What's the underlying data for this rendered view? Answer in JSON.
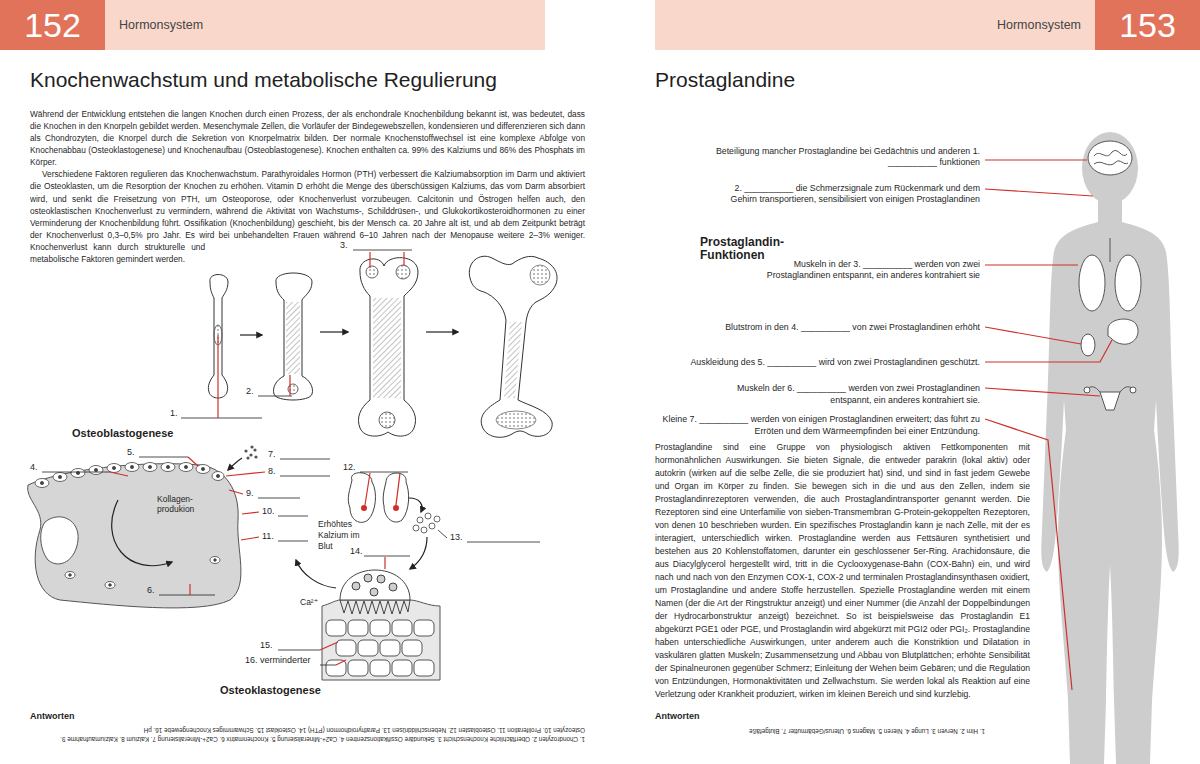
{
  "diagram": {
    "title": "Knochenwachstum und metabolische Regulierung",
    "nodes": [
      {
        "text": [
          "152"
        ]
      },
      {
        "text": [
          "Hormonsystem"
        ]
      },
      {
        "text": [
          "Hormonsystem"
        ]
      },
      {
        "text": [
          "153"
        ]
      }
    ],
    "labels": [
      "Prostaglandine",
      "Während der Entwicklung entstehen die langen Knochen durch einen Prozess, der als enchondrale Knochenbildung bekannt ist, was bedeutet, dass die Knochen in den Knorpeln gebildet werden. Mesenchymale Zellen, die Vorläufer der Bindegewebszellen, kondensieren und differenzieren sich dann als Chondrozyten, die Knorpel durch die Sekretion von Knorpelmatrix bilden. Der normale Knochenstoffwechsel ist eine komplexe Abfolge von Knochenabbau (Osteoklastogenese) und Knochenaufbau (Osteoblastogenese). Knochen enthalten ca. 99% des Kalziums und 86% des Phosphats im Körper.",
      "Verschiedene Faktoren regulieren das Knochenwachstum. Parathyroidales Hormon (PTH) verbessert die Kalziumabsorption im Darm und aktiviert die Osteoklasten, um die Resorption der Knochen zu erhöhen. Vitamin D erhöht die Menge des überschüssigen Kalziums, das vom Darm absorbiert wird, und senkt die Freisetzung von PTH, um Osteoporose, oder Knochenverlust vorzubeugen. Calcitonin und Östrogen helfen auch, den osteoklastischen Knochenverlust zu vermindern, während die Aktivität von Wachstums-, Schilddrüsen-, und Glukokortikosteroidhormonen zu einer Verminderung der Knochenbildung führt. Ossifikation (Knochenbildung) geschieht, bis der Mensch ca. 20 Jahre alt ist, und ab dem Zeitpunkt beträgt der Knochenverlust 0,3–0,5% pro Jahr. Es wird bei unbehandelten Frauen während 6–10 Jahren nach der Menopause weitere 2–3% weniger. Knochenverlust kann durch strukturelle und metabolische Faktoren gemindert werden.",
      "3.",
      "2.",
      "1.",
      "Osteoblastogenese",
      "5.",
      "4.",
      "Kollagen-produkion",
      "6.",
      "7.",
      "8.",
      "9.",
      "10.",
      "11.",
      "12.",
      "13.",
      "14.",
      "Erhöhtes Kalzium im Blut",
      "Ca²⁺",
      "15.",
      "16. verminderter",
      "Osteoklastogenese",
      "Antworten",
      "1. Chondrozyten 2. Oberflächliche Knochenschicht 3. Sekundäre Ossifikationszentren 4. Ca2+-Mineralisierung 5. Knochenmatrix 6. Ca2+-Mineralisierung 7. Kalzium 8. Kalziumaufnahme 9. Osteozyten 10. Proliferation 11. Osteoblasten 12. Nebenschilddrüsen 13. Parathyroidhormon (PTH) 14. Osteoklast 15. Schwammiges Knochengewebe 16. pH",
      "Beteiligung mancher Prostaglandine bei Gedächtnis und anderen 1. __________ funktionen",
      "2. __________ die Schmerzsignale zum Rückenmark und dem Gehirn transportieren, sensibilisiert von einigen Prostaglandinen",
      "Prostaglandin-Funktionen",
      "Muskeln in der 3. __________ werden von zwei Prostaglandinen entspannt, ein anderes kontrahiert sie",
      "Blutstrom in den 4. __________ von zwei Prostaglandinen erhöht",
      "Auskleidung des 5. __________ wird von zwei Prostaglandinen geschützt.",
      "Muskeln der 6. __________ werden von zwei Prostaglandinen entspannt, ein anderes kontrahiert sie.",
      "Kleine 7. __________ werden von einigen Prostaglandinen erweitert; das führt zu Erröten und dem Wärmeempfinden bei einer Entzündung.",
      "Prostaglandine sind eine Gruppe von physiologisch aktiven Fettkomponenten mit hormonähnlichen Auswirkungen. Sie bieten Signale, die entweder parakrin (lokal aktiv) oder autokrin (wirken auf die selbe Zelle, die sie produziert hat) sind, und sind in fast jedem Gewebe und Organ im Körper zu finden. Sie bewegen sich in die und aus den Zellen, indem sie Prostaglandinrezeptoren verwenden, die auch Prostaglandintransporter genannt werden. Die Rezeptoren sind eine Unterfamilie von sieben-Transmembran G-Protein-gekoppelten Rezeptoren, von denen 10 beschrieben wurden. Ein spezifisches Prostaglandin kann je nach Zelle, mit der es interagiert, unterschiedlich wirken. Prostaglandine werden aus Fettsäuren synthetisiert und bestehen aus 20 Kohlenstoffatomen, darunter ein geschlossener 5er-Ring. Arachidonsäure, die aus Diacylglycerol hergestellt wird, tritt in die Cyclooxygenase-Bahn (COX-Bahn) ein, und wird nach und nach von den Enzymen COX-1, COX-2 und terminalen Prostaglandinsynthasen oxidiert, um Prostaglandine und andere Stoffe herzustellen. Spezielle Prostaglandine werden mit einem Namen (der die Art der Ringstruktur anzeigt) und einer Nummer (die Anzahl der Doppelbindungen der Hydrocarbonstruktur anzeigt) bezeichnet. So ist beispielsweise das Prostaglandin E1 abgekürzt PGE1 oder PGE, und Prostaglandin wird abgekürzt mit PGI2 oder PGI₂. Prostaglandine haben unterschiedliche Auswirkungen, unter anderem auch die Konstriktion und Dilatation in vaskulären glatten Muskeln; Zusammensetzung und Abbau von Blutplättchen; erhöhte Sensibilität der Spinalneuronen gegenüber Schmerz; Einleitung der Wehen beim Gebären; und die Regulation von Entzündungen, Hormonaktivitäten und Zellwachstum. Sie werden lokal als Reaktion auf eine Verletzung oder Krankheit produziert, wirken im kleinen Bereich und sind kurzlebig.",
      "Antworten",
      "1. Hirn 2. Nerven 3. Lunge 4. Nieren 5. Magens 6. Uterus/Gebärmutter 7. Blutgefäße"
    ]
  }
}
